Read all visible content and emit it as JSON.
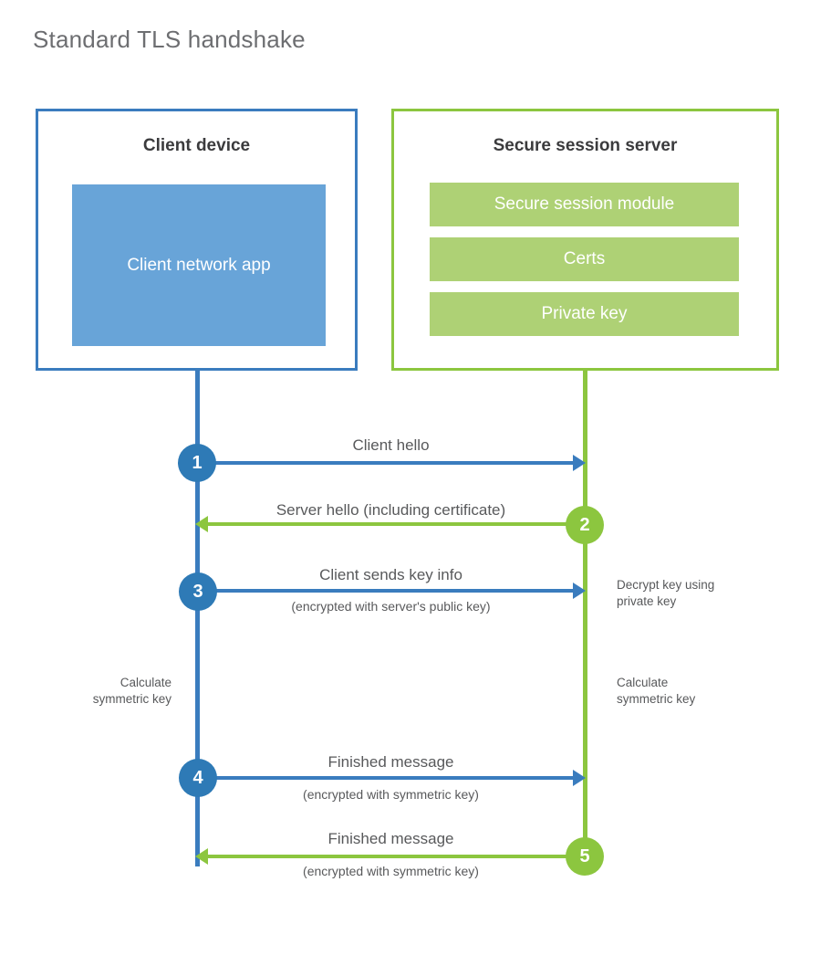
{
  "title": "Standard TLS handshake",
  "colors": {
    "blue_border": "#3a7cbe",
    "blue_fill": "#68a4d8",
    "blue_circle": "#2e7ab6",
    "green_border": "#8cc63f",
    "green_fill": "#aed175",
    "green_circle": "#8cc63f",
    "title_text": "#6d6e71",
    "body_text": "#58595b"
  },
  "parties": {
    "client": {
      "title": "Client device",
      "inner_block": "Client network app"
    },
    "server": {
      "title": "Secure session server",
      "components": [
        "Secure session module",
        "Certs",
        "Private key"
      ]
    }
  },
  "steps": [
    {
      "number": "1",
      "label": "Client hello",
      "sublabel": "",
      "direction": "client-to-server",
      "color": "blue"
    },
    {
      "number": "2",
      "label": "Server hello (including certificate)",
      "sublabel": "",
      "direction": "server-to-client",
      "color": "green"
    },
    {
      "number": "3",
      "label": "Client sends key info",
      "sublabel": "(encrypted with server's public key)",
      "direction": "client-to-server",
      "color": "blue"
    },
    {
      "number": "4",
      "label": "Finished message",
      "sublabel": "(encrypted with symmetric key)",
      "direction": "client-to-server",
      "color": "blue"
    },
    {
      "number": "5",
      "label": "Finished message",
      "sublabel": "(encrypted with symmetric key)",
      "direction": "server-to-client",
      "color": "green"
    }
  ],
  "annotations": {
    "server_decrypt": "Decrypt key using\nprivate key",
    "client_calculate": "Calculate\nsymmetric key",
    "server_calculate": "Calculate\nsymmetric key"
  }
}
